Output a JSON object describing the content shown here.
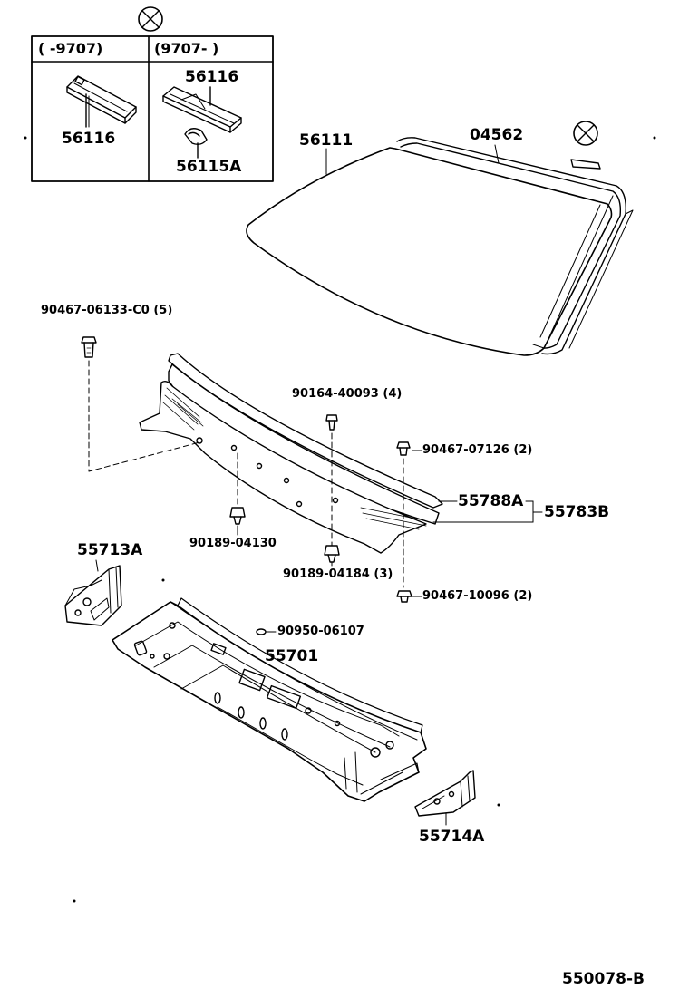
{
  "inset": {
    "left_header": "(      -9707)",
    "right_header": "(9707-        )",
    "left_part": "56116",
    "right_part_top": "56116",
    "right_part_bottom": "56115A"
  },
  "parts": {
    "p56111": "56111",
    "p04562": "04562",
    "p90467_06133": "90467-06133-C0 (5)",
    "p90164_40093": "90164-40093 (4)",
    "p90467_07126": "90467-07126 (2)",
    "p55788A": "55788A",
    "p55783B": "55783B",
    "p90189_04130": "90189-04130",
    "p90189_04184": "90189-04184 (3)",
    "p55713A": "55713A",
    "p90467_10096": "90467-10096 (2)",
    "p90950_06107": "90950-06107",
    "p55701": "55701",
    "p55714A": "55714A"
  },
  "footer": {
    "diagram_id": "550078-B"
  },
  "icons": [
    "not-supplied-symbol-icon",
    "not-supplied-symbol-icon"
  ]
}
